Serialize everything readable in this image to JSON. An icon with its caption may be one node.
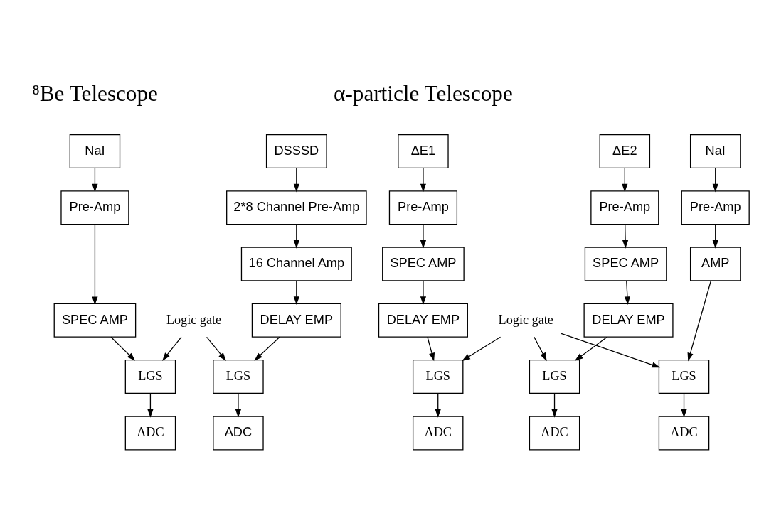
{
  "diagram": {
    "nodes": [
      {
        "text": [
          "NaI"
        ]
      },
      {
        "text": [
          "Pre-Amp"
        ]
      },
      {
        "text": [
          "SPEC AMP"
        ]
      },
      {
        "text": [
          "LGS"
        ]
      },
      {
        "text": [
          "ADC"
        ]
      },
      {
        "text": [
          "DSSSD"
        ]
      },
      {
        "text": [
          "2*8 Channel Pre-Amp"
        ]
      },
      {
        "text": [
          "16 Channel Amp"
        ]
      },
      {
        "text": [
          "DELAY EMP"
        ]
      },
      {
        "text": [
          "LGS"
        ]
      },
      {
        "text": [
          "ADC"
        ]
      },
      {
        "text": [
          "ΔE1"
        ]
      },
      {
        "text": [
          "Pre-Amp"
        ]
      },
      {
        "text": [
          "SPEC AMP"
        ]
      },
      {
        "text": [
          "DELAY EMP"
        ]
      },
      {
        "text": [
          "LGS"
        ]
      },
      {
        "text": [
          "ADC"
        ]
      },
      {
        "text": [
          "ΔE2"
        ]
      },
      {
        "text": [
          "Pre-Amp"
        ]
      },
      {
        "text": [
          "SPEC AMP"
        ]
      },
      {
        "text": [
          "DELAY EMP"
        ]
      },
      {
        "text": [
          "LGS"
        ]
      },
      {
        "text": [
          "ADC"
        ]
      },
      {
        "text": [
          "NaI"
        ]
      },
      {
        "text": [
          "Pre-Amp"
        ]
      },
      {
        "text": [
          "AMP"
        ]
      },
      {
        "text": [
          "LGS"
        ]
      },
      {
        "text": [
          "ADC"
        ]
      },
      {
        "text": [
          "Logic gate"
        ]
      },
      {
        "text": [
          "Logic gate"
        ]
      }
    ],
    "edges": [
      {
        "from": 0,
        "to": 1,
        "arrow": "to"
      },
      {
        "from": 1,
        "to": 2,
        "arrow": "to"
      },
      {
        "from": 2,
        "to": 3,
        "arrow": "to"
      },
      {
        "from": 3,
        "to": 4,
        "arrow": "to"
      },
      {
        "from": 5,
        "to": 6,
        "arrow": "to"
      },
      {
        "from": 6,
        "to": 7,
        "arrow": "to"
      },
      {
        "from": 7,
        "to": 8,
        "arrow": "to"
      },
      {
        "from": 8,
        "to": 9,
        "arrow": "to"
      },
      {
        "from": 9,
        "to": 10,
        "arrow": "to"
      },
      {
        "from": 11,
        "to": 12,
        "arrow": "to"
      },
      {
        "from": 12,
        "to": 13,
        "arrow": "to"
      },
      {
        "from": 13,
        "to": 14,
        "arrow": "to"
      },
      {
        "from": 14,
        "to": 15,
        "arrow": "to"
      },
      {
        "from": 15,
        "to": 16,
        "arrow": "to"
      },
      {
        "from": 17,
        "to": 18,
        "arrow": "to"
      },
      {
        "from": 18,
        "to": 19,
        "arrow": "to"
      },
      {
        "from": 19,
        "to": 20,
        "arrow": "to"
      },
      {
        "from": 20,
        "to": 21,
        "arrow": "to"
      },
      {
        "from": 21,
        "to": 22,
        "arrow": "to"
      },
      {
        "from": 23,
        "to": 24,
        "arrow": "to"
      },
      {
        "from": 24,
        "to": 25,
        "arrow": "to"
      },
      {
        "from": 25,
        "to": 26,
        "arrow": "to"
      },
      {
        "from": 26,
        "to": 27,
        "arrow": "to"
      },
      {
        "from": 28,
        "to": 3,
        "arrow": "to"
      },
      {
        "from": 28,
        "to": 9,
        "arrow": "to"
      },
      {
        "from": 29,
        "to": 15,
        "arrow": "to"
      },
      {
        "from": 29,
        "to": 21,
        "arrow": "to"
      },
      {
        "from": 29,
        "to": 26,
        "arrow": "to"
      }
    ],
    "labels": [
      "⁸Be Telescope",
      "α-particle Telescope"
    ]
  }
}
